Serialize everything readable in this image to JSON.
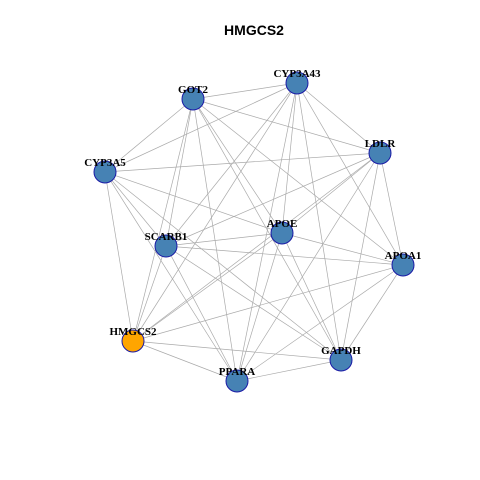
{
  "title": "HMGCS2",
  "colors": {
    "node_default": "#4682B4",
    "node_highlight": "#FFA500",
    "node_border": "#1a1aa6",
    "edge": "#aaaaaa"
  },
  "nodes": [
    {
      "id": "CYP3A43",
      "label": "CYP3A43",
      "highlight": false
    },
    {
      "id": "GOT2",
      "label": "GOT2",
      "highlight": false
    },
    {
      "id": "LDLR",
      "label": "LDLR",
      "highlight": false
    },
    {
      "id": "CYP3A5",
      "label": "CYP3A5",
      "highlight": false
    },
    {
      "id": "SCARB1",
      "label": "SCARB1",
      "highlight": false
    },
    {
      "id": "APOE",
      "label": "APOE",
      "highlight": false
    },
    {
      "id": "APOA1",
      "label": "APOA1",
      "highlight": false
    },
    {
      "id": "HMGCS2",
      "label": "HMGCS2",
      "highlight": true
    },
    {
      "id": "GAPDH",
      "label": "GAPDH",
      "highlight": false
    },
    {
      "id": "PPARA",
      "label": "PPARA",
      "highlight": false
    }
  ],
  "edges": [
    [
      "GOT2",
      "CYP3A43"
    ],
    [
      "GOT2",
      "LDLR"
    ],
    [
      "GOT2",
      "CYP3A5"
    ],
    [
      "GOT2",
      "SCARB1"
    ],
    [
      "GOT2",
      "APOE"
    ],
    [
      "GOT2",
      "APOA1"
    ],
    [
      "GOT2",
      "HMGCS2"
    ],
    [
      "GOT2",
      "GAPDH"
    ],
    [
      "GOT2",
      "PPARA"
    ],
    [
      "CYP3A43",
      "CYP3A5"
    ],
    [
      "CYP3A43",
      "LDLR"
    ],
    [
      "CYP3A43",
      "SCARB1"
    ],
    [
      "CYP3A43",
      "APOE"
    ],
    [
      "CYP3A43",
      "APOA1"
    ],
    [
      "CYP3A43",
      "HMGCS2"
    ],
    [
      "CYP3A43",
      "GAPDH"
    ],
    [
      "CYP3A43",
      "PPARA"
    ],
    [
      "LDLR",
      "CYP3A5"
    ],
    [
      "LDLR",
      "SCARB1"
    ],
    [
      "LDLR",
      "APOE"
    ],
    [
      "LDLR",
      "APOA1"
    ],
    [
      "LDLR",
      "HMGCS2"
    ],
    [
      "LDLR",
      "GAPDH"
    ],
    [
      "LDLR",
      "PPARA"
    ],
    [
      "CYP3A5",
      "SCARB1"
    ],
    [
      "CYP3A5",
      "APOE"
    ],
    [
      "CYP3A5",
      "HMGCS2"
    ],
    [
      "CYP3A5",
      "GAPDH"
    ],
    [
      "CYP3A5",
      "PPARA"
    ],
    [
      "SCARB1",
      "APOE"
    ],
    [
      "SCARB1",
      "APOA1"
    ],
    [
      "SCARB1",
      "HMGCS2"
    ],
    [
      "SCARB1",
      "GAPDH"
    ],
    [
      "SCARB1",
      "PPARA"
    ],
    [
      "APOE",
      "APOA1"
    ],
    [
      "APOE",
      "HMGCS2"
    ],
    [
      "APOE",
      "GAPDH"
    ],
    [
      "APOE",
      "PPARA"
    ],
    [
      "APOA1",
      "HMGCS2"
    ],
    [
      "APOA1",
      "GAPDH"
    ],
    [
      "APOA1",
      "PPARA"
    ],
    [
      "HMGCS2",
      "GAPDH"
    ],
    [
      "HMGCS2",
      "PPARA"
    ],
    [
      "GAPDH",
      "PPARA"
    ]
  ]
}
